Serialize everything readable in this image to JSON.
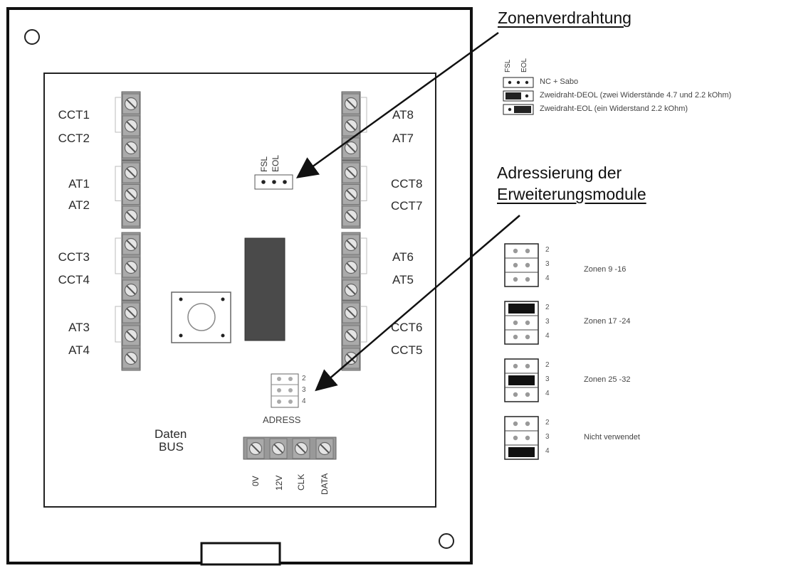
{
  "headings": {
    "zone_wiring": "Zonenverdrahtung",
    "addressing_line1": "Adressierung der",
    "addressing_line2": "Erweiterungsmodule"
  },
  "board": {
    "left_labels": [
      "CCT1",
      "CCT2",
      "AT1",
      "AT2",
      "CCT3",
      "CCT4",
      "AT3",
      "AT4"
    ],
    "right_labels": [
      "AT8",
      "AT7",
      "CCT8",
      "CCT7",
      "AT6",
      "AT5",
      "CCT6",
      "CCT5"
    ],
    "jumper_labels": [
      "FSL",
      "EOL"
    ],
    "address_numbers": [
      "2",
      "3",
      "4"
    ],
    "address_label": "ADRESS",
    "bus_label_line1": "Daten",
    "bus_label_line2": "BUS",
    "bus_terminals": [
      "0V",
      "12V",
      "CLK",
      "DATA"
    ]
  },
  "zone_legend": {
    "header": [
      "FSL",
      "EOL"
    ],
    "items": [
      "NC + Sabo",
      "Zweidraht-DEOL (zwei Widerstände 4.7 und 2.2 kOhm)",
      "Zweidraht-EOL (ein Widerstand 2.2 kOhm)"
    ]
  },
  "address_legend": {
    "numbers": [
      "2",
      "3",
      "4"
    ],
    "items": [
      {
        "label": "Zonen 9 -16"
      },
      {
        "label": "Zonen 17 -24"
      },
      {
        "label": "Zonen 25 -32"
      },
      {
        "label": "Nicht verwendet"
      }
    ]
  }
}
